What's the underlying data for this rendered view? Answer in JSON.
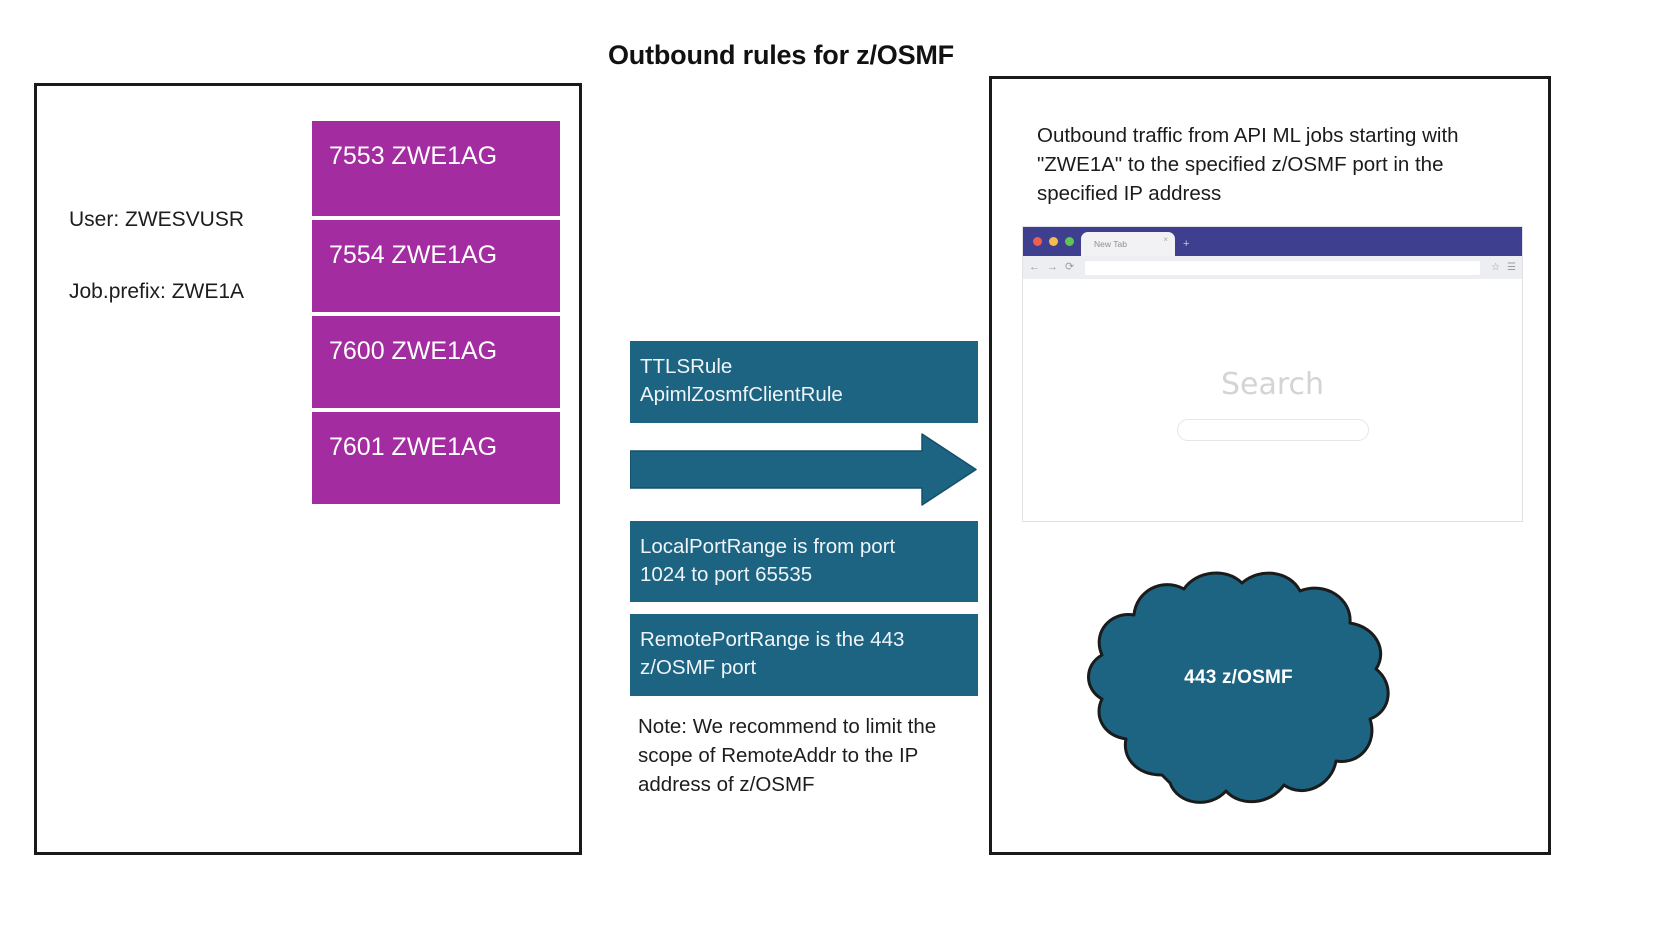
{
  "title": "Outbound rules for z/OSMF",
  "colors": {
    "magenta": "#A32CA0",
    "teal": "#1C6482",
    "browser_titlebar": "#3F3F8F",
    "panel_border": "#1a1a1a"
  },
  "left_panel": {
    "user_label": "User: ZWESVUSR",
    "job_prefix_label": "Job.prefix: ZWE1A",
    "ports": [
      {
        "label": "7553 ZWE1AG"
      },
      {
        "label": "7554 ZWE1AG"
      },
      {
        "label": "7600 ZWE1AG"
      },
      {
        "label": "7601 ZWE1AG"
      }
    ]
  },
  "center": {
    "rule_box": {
      "line1": "TTLSRule",
      "line2": "ApimlZosmfClientRule"
    },
    "arrow": "right-arrow",
    "local_port_box": {
      "line1": "LocalPortRange is from port",
      "line2": "1024 to port 65535"
    },
    "remote_port_box": {
      "line1": "RemotePortRange is the 443",
      "line2": "z/OSMF port"
    },
    "note": "Note: We recommend to limit the scope of RemoteAddr to the IP address of z/OSMF"
  },
  "right_panel": {
    "description": "Outbound traffic from API ML jobs starting with \"ZWE1A\" to the specified z/OSMF port in the specified IP address",
    "browser": {
      "tab_label": "New Tab",
      "tab_close": "×",
      "new_tab_plus": "+",
      "back_icon": "←",
      "forward_icon": "→",
      "reload_icon": "⟳",
      "url_value": "",
      "bookmark_icon": "☆",
      "menu_icon": "☰",
      "search_heading": "Search",
      "search_input_value": "",
      "search_magnifier_icon": "⌕"
    },
    "cloud_label": "443 z/OSMF"
  }
}
